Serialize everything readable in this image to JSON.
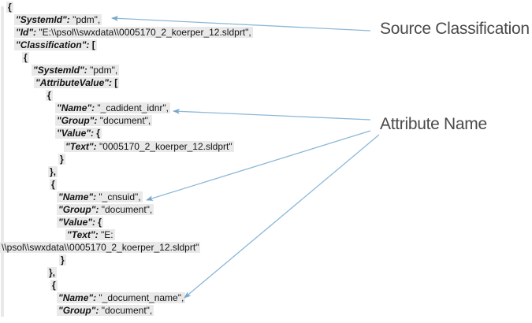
{
  "annotations": {
    "source_classification": {
      "label": "Source Classification"
    },
    "attribute_name": {
      "label": "Attribute Name"
    }
  },
  "colors": {
    "arrow_line": "#8cb8d8",
    "arrow_head": "#74a7cb",
    "code_highlight": "#e9e9e9",
    "label_text": "#4a4a4a",
    "code_text": "#141414"
  },
  "code": {
    "language": "json",
    "lines": [
      {
        "indent": 8,
        "tokens": [
          {
            "s": "brace",
            "t": "{"
          }
        ]
      },
      {
        "indent": 18,
        "tokens": [
          {
            "s": "key",
            "t": "\"SystemId\":"
          },
          {
            "s": "plain",
            "t": " \"pdm\","
          }
        ]
      },
      {
        "indent": 18,
        "tokens": [
          {
            "s": "key",
            "t": "\"Id\":"
          },
          {
            "s": "plain",
            "t": " \"E:\\\\psol\\\\swxdata\\\\0005170_2_koerper_12.sldprt\","
          }
        ]
      },
      {
        "indent": 18,
        "tokens": [
          {
            "s": "key",
            "t": "\"Classification\":"
          },
          {
            "s": "plain",
            "t": " "
          },
          {
            "s": "brace",
            "t": "["
          }
        ]
      },
      {
        "indent": 28,
        "tokens": [
          {
            "s": "brace",
            "t": "{"
          }
        ]
      },
      {
        "indent": 40,
        "tokens": [
          {
            "s": "key",
            "t": "\"SystemId\":"
          },
          {
            "s": "plain",
            "t": " \"pdm\","
          }
        ]
      },
      {
        "indent": 43,
        "tokens": [
          {
            "s": "key",
            "t": "\"AttributeValue\":"
          },
          {
            "s": "plain",
            "t": " "
          },
          {
            "s": "brace",
            "t": "["
          }
        ]
      },
      {
        "indent": 58,
        "tokens": [
          {
            "s": "brace",
            "t": "{"
          }
        ]
      },
      {
        "indent": 70,
        "tokens": [
          {
            "s": "key",
            "t": "\"Name\":"
          },
          {
            "s": "plain",
            "t": " \"_cadident_idnr\","
          }
        ]
      },
      {
        "indent": 70,
        "tokens": [
          {
            "s": "key",
            "t": "\"Group\":"
          },
          {
            "s": "plain",
            "t": " \"document\","
          }
        ]
      },
      {
        "indent": 70,
        "tokens": [
          {
            "s": "key",
            "t": "\"Value\":"
          },
          {
            "s": "plain",
            "t": " "
          },
          {
            "s": "brace",
            "t": "{"
          }
        ]
      },
      {
        "indent": 81,
        "tokens": [
          {
            "s": "key",
            "t": "\"Text\":"
          },
          {
            "s": "plain",
            "t": " \"0005170_2_koerper_12.sldprt\""
          }
        ]
      },
      {
        "indent": 74,
        "tokens": [
          {
            "s": "brace",
            "t": "}"
          }
        ]
      },
      {
        "indent": 61,
        "tokens": [
          {
            "s": "brace",
            "t": "},"
          }
        ]
      },
      {
        "indent": 63,
        "tokens": [
          {
            "s": "brace",
            "t": "{"
          }
        ]
      },
      {
        "indent": 72,
        "tokens": [
          {
            "s": "key",
            "t": "\"Name\":"
          },
          {
            "s": "plain",
            "t": " \"_cnsuid\","
          }
        ]
      },
      {
        "indent": 72,
        "tokens": [
          {
            "s": "key",
            "t": "\"Group\":"
          },
          {
            "s": "plain",
            "t": " \"document\","
          }
        ]
      },
      {
        "indent": 72,
        "tokens": [
          {
            "s": "key",
            "t": "\"Value\":"
          },
          {
            "s": "plain",
            "t": " "
          },
          {
            "s": "brace",
            "t": "{"
          }
        ]
      },
      {
        "indent": 83,
        "tokens": [
          {
            "s": "key",
            "t": "\"Text\":"
          },
          {
            "s": "plain",
            "t": " \"E:"
          }
        ]
      },
      {
        "indent": 0,
        "tokens": [
          {
            "s": "plain",
            "t": "\\\\psol\\\\swxdata\\\\0005170_2_koerper_12.sldprt\""
          }
        ]
      },
      {
        "indent": 75,
        "tokens": [
          {
            "s": "brace",
            "t": "}"
          }
        ]
      },
      {
        "indent": 60,
        "tokens": [
          {
            "s": "brace",
            "t": "},"
          }
        ]
      },
      {
        "indent": 64,
        "tokens": [
          {
            "s": "brace",
            "t": "{"
          }
        ]
      },
      {
        "indent": 72,
        "tokens": [
          {
            "s": "key",
            "t": "\"Name\":"
          },
          {
            "s": "plain",
            "t": " \"_document_name\","
          }
        ]
      },
      {
        "indent": 72,
        "tokens": [
          {
            "s": "key",
            "t": "\"Group\":"
          },
          {
            "s": "plain",
            "t": " \"document\","
          }
        ]
      }
    ]
  }
}
